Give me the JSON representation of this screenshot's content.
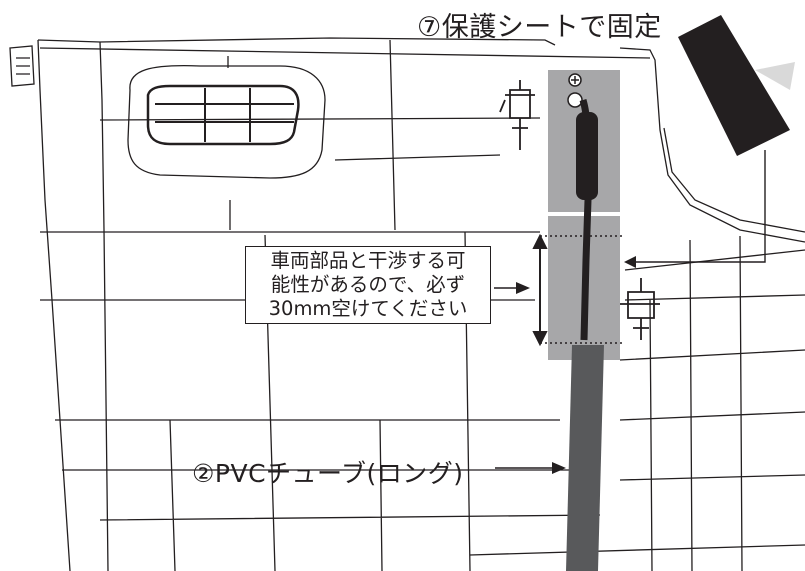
{
  "labels": {
    "protective_sheet": "⑦保護シートで固定",
    "tube": "②PVCチューブ(ロング)"
  },
  "warning": {
    "lines": [
      "車両部品と干渉する可",
      "能性があるので、必ず",
      "30mm空けてください"
    ]
  },
  "icons": {
    "rubber_grommet": "grommet-icon",
    "arrow": "arrow-right-icon"
  },
  "colors": {
    "line": "#231f20",
    "highlight_zone": "#a7a7a9",
    "tube": "#58595b",
    "sheet": "#231f20"
  }
}
